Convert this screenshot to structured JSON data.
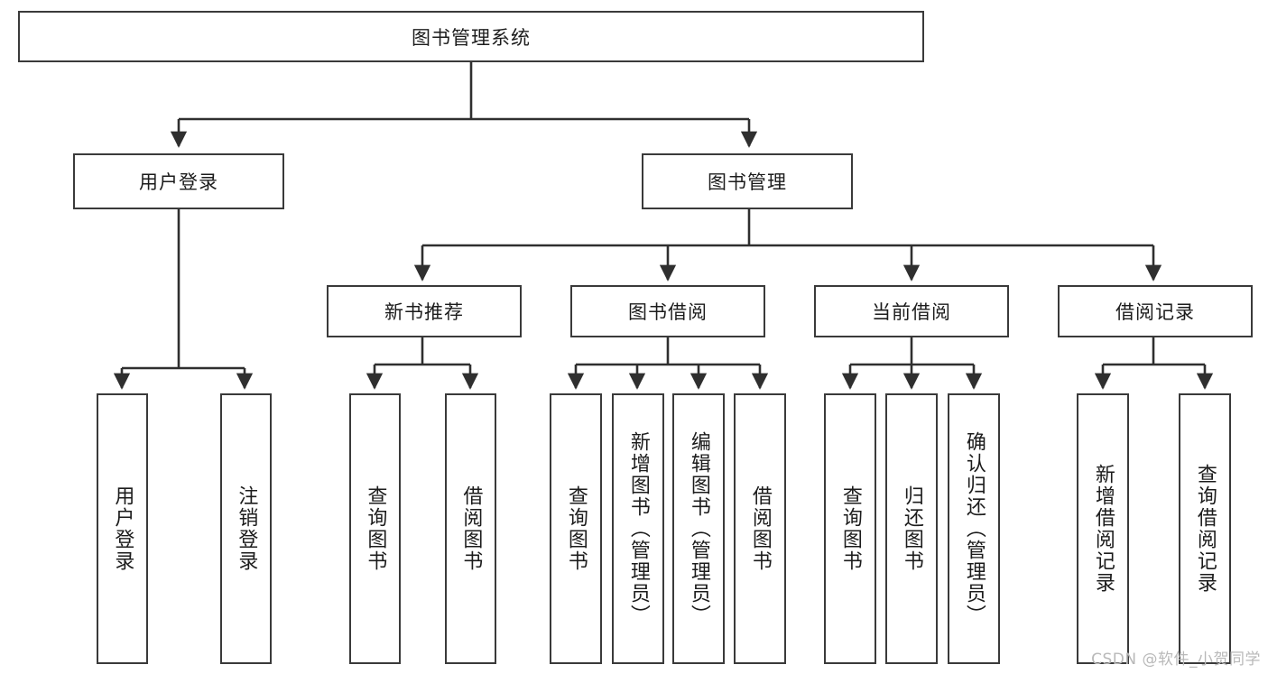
{
  "diagram": {
    "type": "tree-hierarchy",
    "title": "图书管理系统",
    "watermark": "CSDN @软件_小贺同学",
    "colors": {
      "box_border": "#3a3a3a",
      "box_fill": "#ffffff",
      "connector": "#2f2f2f",
      "text": "#1c1c1c",
      "watermark": "#b9b9b9"
    },
    "nodes": {
      "root": {
        "label": "图书管理系统"
      },
      "level2": [
        {
          "id": "user-login",
          "label": "用户登录"
        },
        {
          "id": "book-management",
          "label": "图书管理"
        }
      ],
      "level3": [
        {
          "id": "new-book-recommend",
          "label": "新书推荐"
        },
        {
          "id": "book-borrow",
          "label": "图书借阅"
        },
        {
          "id": "current-borrow",
          "label": "当前借阅"
        },
        {
          "id": "borrow-record",
          "label": "借阅记录"
        }
      ],
      "leaves": {
        "user-login": [
          {
            "id": "leaf-user-login",
            "label": "用户登录"
          },
          {
            "id": "leaf-logout-login",
            "label": "注销登录"
          }
        ],
        "new-book-recommend": [
          {
            "id": "leaf-query-book-1",
            "label": "查询图书"
          },
          {
            "id": "leaf-borrow-book-1",
            "label": "借阅图书"
          }
        ],
        "book-borrow": [
          {
            "id": "leaf-query-book-2",
            "label": "查询图书"
          },
          {
            "id": "leaf-add-book",
            "label": "新增图书（管理员）"
          },
          {
            "id": "leaf-edit-book",
            "label": "编辑图书（管理员）"
          },
          {
            "id": "leaf-borrow-book-2",
            "label": "借阅图书"
          }
        ],
        "current-borrow": [
          {
            "id": "leaf-query-book-3",
            "label": "查询图书"
          },
          {
            "id": "leaf-return-book",
            "label": "归还图书"
          },
          {
            "id": "leaf-confirm-return",
            "label": "确认归还（管理员）"
          }
        ],
        "borrow-record": [
          {
            "id": "leaf-add-record",
            "label": "新增借阅记录"
          },
          {
            "id": "leaf-query-record",
            "label": "查询借阅记录"
          }
        ]
      }
    }
  }
}
